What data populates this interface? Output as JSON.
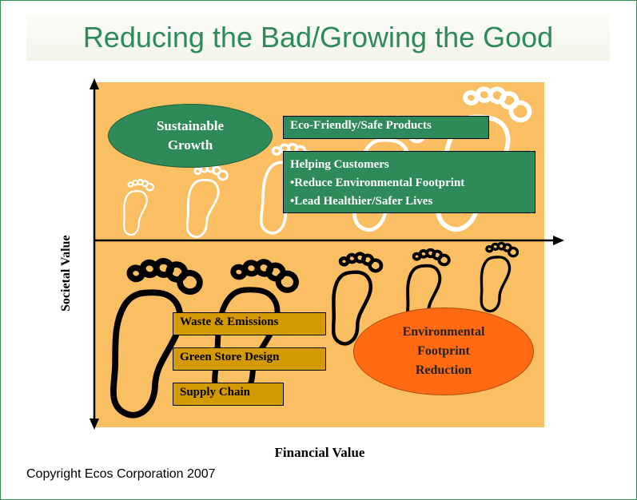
{
  "title": "Reducing the Bad/Growing the Good",
  "axes": {
    "y_label": "Societal Value",
    "x_label": "Financial Value"
  },
  "upper_quadrant": {
    "ellipse": {
      "line1": "Sustainable",
      "line2": "Growth",
      "color": "#2e8a58"
    },
    "box1": "Eco-Friendly/Safe Products",
    "box2": {
      "heading": "Helping Customers",
      "bullet1": "•Reduce Environmental Footprint",
      "bullet2": "•Lead Healthier/Safer Lives"
    },
    "footprint_style": "white-outline"
  },
  "lower_quadrant": {
    "boxes": [
      "Waste & Emissions",
      "Green Store Design",
      "Supply Chain"
    ],
    "box_color": "#d49a06",
    "ellipse": {
      "line1": "Environmental",
      "line2": "Footprint",
      "line3": "Reduction",
      "color": "#ff6a13"
    },
    "footprint_style": "black-outline"
  },
  "colors": {
    "title": "#2e8a58",
    "panel_background": "#fbbf63",
    "frame_border": "#2f8a55"
  },
  "copyright": "Copyright Ecos Corporation 2007"
}
